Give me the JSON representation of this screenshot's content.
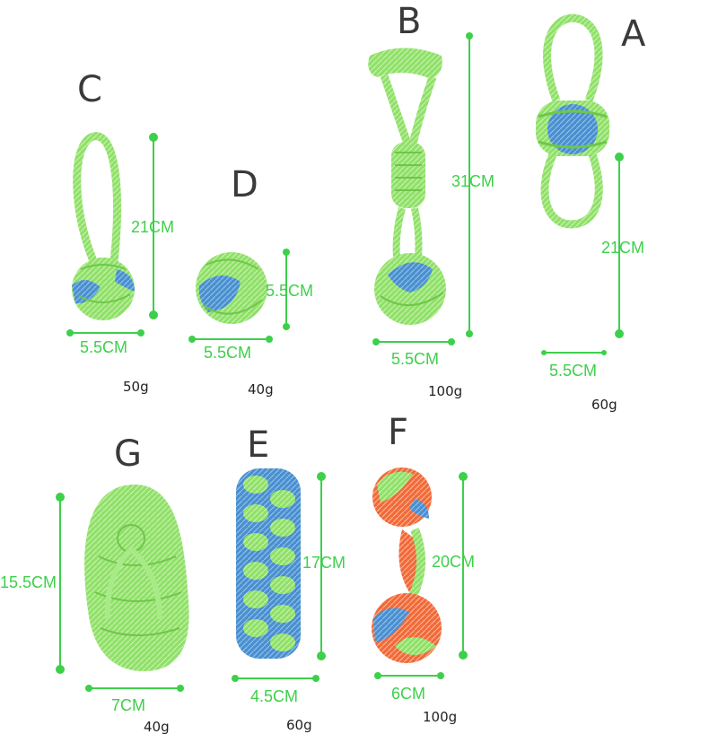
{
  "colors": {
    "accent_green": "#3dd04a",
    "rope_green": "#8fe06a",
    "rope_blue": "#4a8fcf",
    "rope_orange": "#f06a3a",
    "letter": "#3a3a3a"
  },
  "products": [
    {
      "letter": "A",
      "dims": [
        "21CM",
        "5.5CM"
      ],
      "weight": "60g"
    },
    {
      "letter": "B",
      "dims": [
        "31CM",
        "5.5CM"
      ],
      "weight": "100g"
    },
    {
      "letter": "C",
      "dims": [
        "21CM",
        "5.5CM"
      ],
      "weight": "50g"
    },
    {
      "letter": "D",
      "dims": [
        "5.5CM",
        "5.5CM"
      ],
      "weight": "40g"
    },
    {
      "letter": "E",
      "dims": [
        "17CM",
        "4.5CM"
      ],
      "weight": "60g"
    },
    {
      "letter": "F",
      "dims": [
        "20CM",
        "6CM"
      ],
      "weight": "100g"
    },
    {
      "letter": "G",
      "dims": [
        "15.5CM",
        "7CM"
      ],
      "weight": "40g"
    }
  ]
}
